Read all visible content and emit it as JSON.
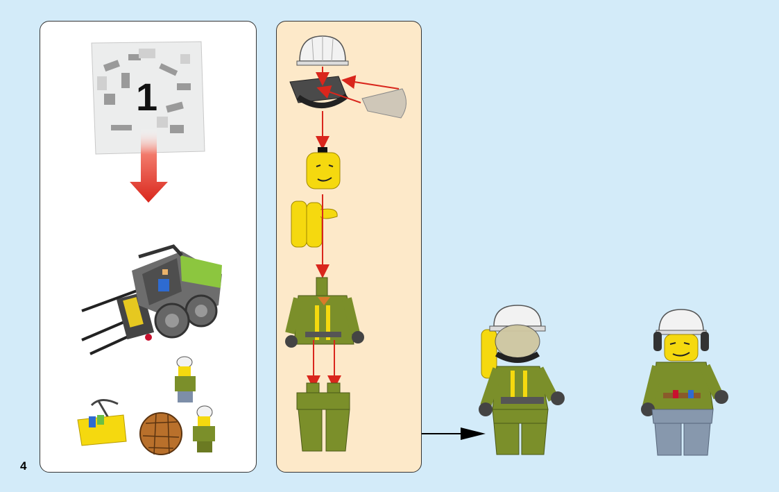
{
  "page": {
    "number": "4"
  },
  "step": {
    "bag_number": "1"
  },
  "left_panel": {
    "items": [
      {
        "name": "parts-bag"
      },
      {
        "name": "forklift-vehicle"
      },
      {
        "name": "minifigure-small-a"
      },
      {
        "name": "pickaxe-crate"
      },
      {
        "name": "volcano-rock"
      },
      {
        "name": "minifigure-small-b"
      }
    ]
  },
  "assembly": {
    "parts": [
      "helmet",
      "breathing-mask-frame",
      "visor",
      "head",
      "air-tank",
      "torso",
      "legs"
    ]
  },
  "result": {
    "figures": [
      "scientist-with-visor",
      "worker-with-headset"
    ]
  },
  "colors": {
    "background": "#d3ebf9",
    "instruction_arrow": "#d9261c",
    "assembly_panel": "#fde9c9",
    "olive_green": "#7b8f2a",
    "yellow": "#f5d90f"
  }
}
